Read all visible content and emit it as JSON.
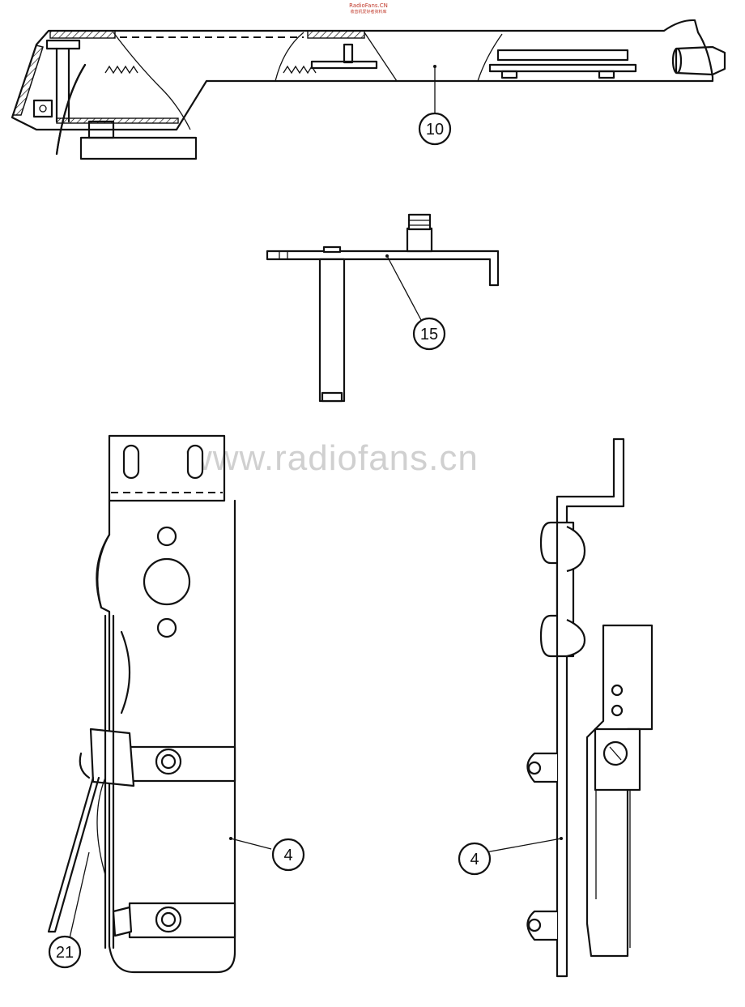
{
  "header": {
    "site_name": "RadioFans.CN",
    "site_tagline": "收音机爱好者资料库"
  },
  "watermark": "www.radiofans.cn",
  "callouts": {
    "tonearm": "10",
    "lift_bracket": "15",
    "plate_front": "4",
    "plate_side": "4",
    "spring_lever": "21"
  },
  "icons": {
    "callout_shape": "circle"
  }
}
